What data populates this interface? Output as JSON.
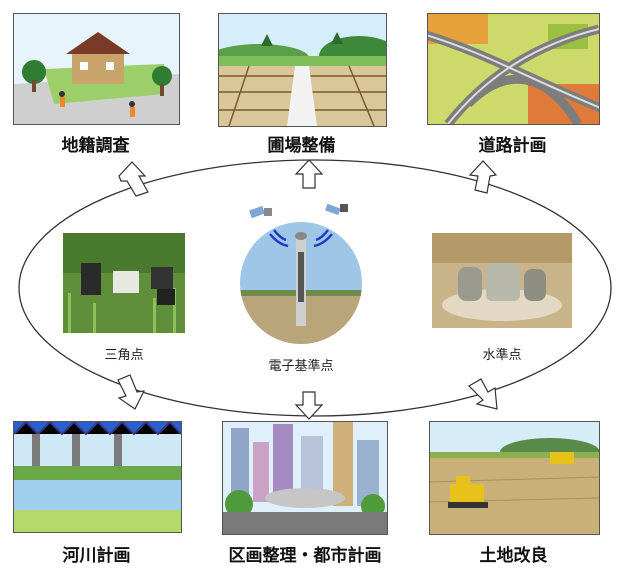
{
  "top_items": [
    {
      "caption": "地籍調査"
    },
    {
      "caption": "圃場整備"
    },
    {
      "caption": "道路計画"
    }
  ],
  "bottom_items": [
    {
      "caption": "河川計画"
    },
    {
      "caption": "区画整理・都市計画"
    },
    {
      "caption": "土地改良"
    }
  ],
  "left_point": {
    "label": "三角点"
  },
  "right_point": {
    "label": "水準点"
  },
  "hub": {
    "label": "電子基準点"
  }
}
